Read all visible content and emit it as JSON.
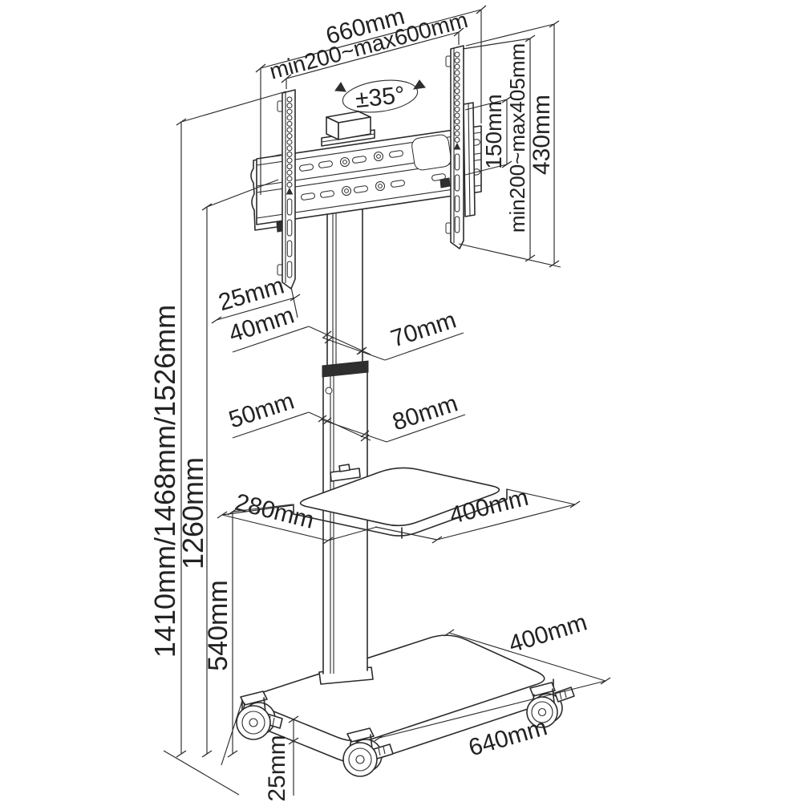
{
  "diagram": {
    "kind": "technical-drawing",
    "subject": "mobile-tv-stand-with-mount-shelf-and-wheeled-base",
    "line_color": "#2b2b2b",
    "background_color": "#ffffff",
    "dimensions": {
      "bracket_width": "660mm",
      "vesa_horizontal_range": "min200~max600mm",
      "swivel_angle": "±35°",
      "vesa_hole_spacing": "150mm",
      "vesa_vertical_range": "min200~max405mm",
      "bracket_height": "430mm",
      "bracket_offset": "25mm",
      "upper_column_depth": "40mm",
      "upper_column_width": "70mm",
      "lower_column_depth": "50mm",
      "lower_column_width": "80mm",
      "shelf_depth": "280mm",
      "shelf_width": "400mm",
      "overall_heights": "1410mm/1468mm/1526mm",
      "column_height": "1260mm",
      "shelf_height": "540mm",
      "base_depth": "400mm",
      "base_width": "640mm",
      "base_thickness": "25mm"
    }
  }
}
